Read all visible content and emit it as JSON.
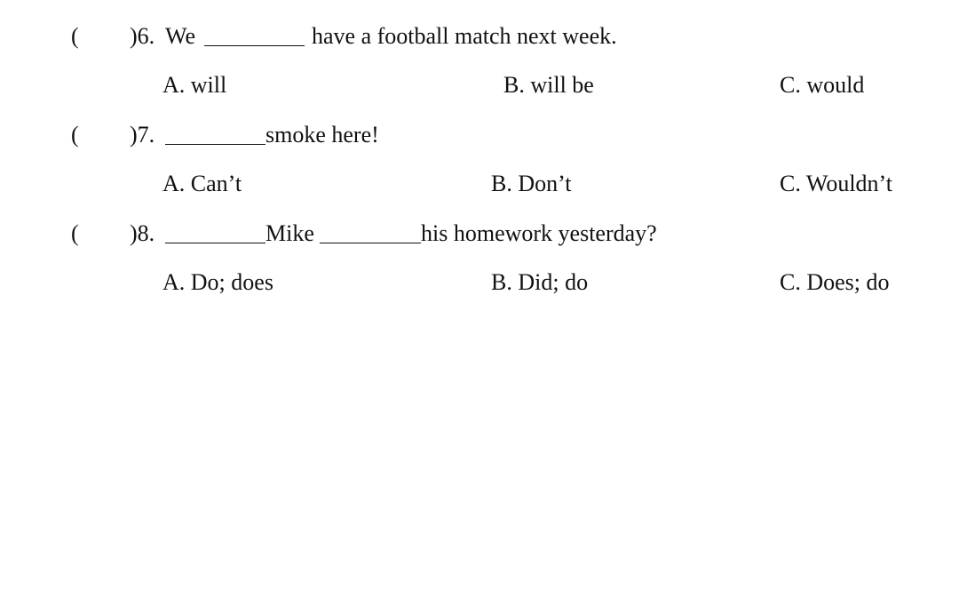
{
  "questions": [
    {
      "open_paren": "(",
      "number": ")6.",
      "before": "We",
      "after": "have a football match next week.",
      "options": [
        "A. will",
        "B. will be",
        "C. would"
      ]
    },
    {
      "open_paren": "(",
      "number": ")7.",
      "before": "",
      "after": "smoke here!",
      "options": [
        "A. Can’t",
        "B. Don’t",
        "C. Wouldn’t"
      ]
    },
    {
      "open_paren": "(",
      "number": ")8.",
      "before": "",
      "middle": "Mike",
      "after": "his homework yesterday?",
      "options": [
        "A. Do; does",
        "B. Did; do",
        "C. Does; do"
      ]
    }
  ]
}
